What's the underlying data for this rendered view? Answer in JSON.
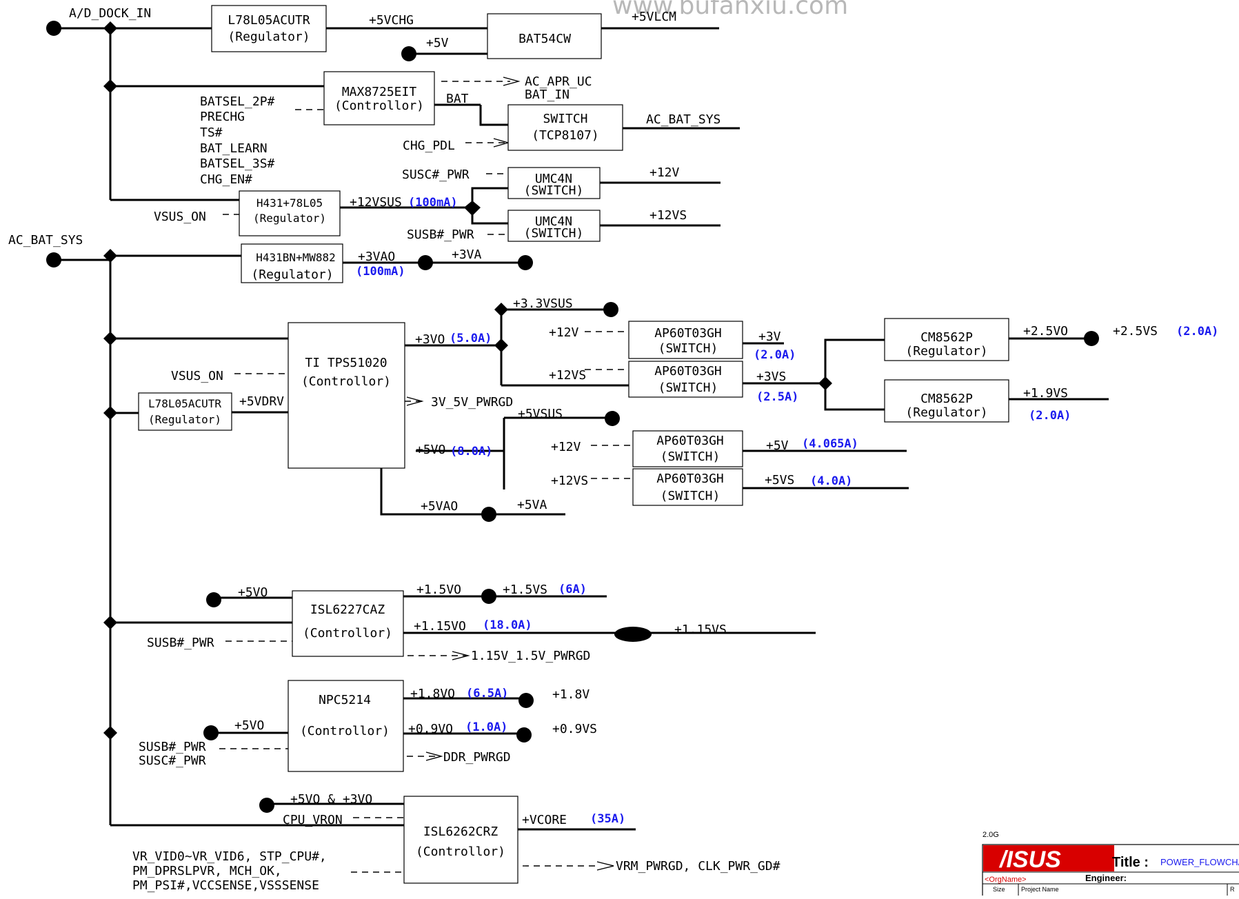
{
  "watermark": "www.bufanxiu.com",
  "nets": {
    "ad_dock_in": "A/D_DOCK_IN",
    "ac_bat_sys_in": "AC_BAT_SYS",
    "p5vchg": "+5VCHG",
    "p5v_bat": "+5V",
    "p5vlcm": "+5VLCM",
    "ac_apr_uc": "AC_APR_UC",
    "bat_in": "BAT_IN",
    "bat": "BAT",
    "ac_bat_sys_out": "AC_BAT_SYS",
    "chg_pdl": "CHG_PDL",
    "batsel_2p": "BATSEL_2P#",
    "prechg": "PRECHG",
    "ts": "TS#",
    "bat_learn": "BAT_LEARN",
    "batsel_3s": "BATSEL_3S#",
    "chg_en": "CHG_EN#",
    "susc_pwr_1": "SUSC#_PWR",
    "susb_pwr_1": "SUSB#_PWR",
    "p12v_a": "+12V",
    "p12vs_a": "+12VS",
    "vsus_on_1": "VSUS_ON",
    "p12vsus": "+12VSUS",
    "p12vsus_current": "(100mA)",
    "p3vao": "+3VAO",
    "p3vao_current": "(100mA)",
    "p3va": "+3VA",
    "p3_3vsus": "+3.3VSUS",
    "p3vo": "+3VO",
    "p3vo_current": "(5.0A)",
    "p12v_b": "+12V",
    "p12vs_b": "+12VS",
    "p3v": "+3V",
    "p3v_current": "(2.0A)",
    "p3vs": "+3VS",
    "p3vs_current": "(2.5A)",
    "p2_5vo": "+2.5VO",
    "p2_5vs": "+2.5VS",
    "p2_5vs_current": "(2.0A)",
    "p1_9vs": "+1.9VS",
    "p1_9vs_current": "(2.0A)",
    "vsus_on_2": "VSUS_ON",
    "p5vdrv": "+5VDRV",
    "pwrgd_3v5v": "3V_5V_PWRGD",
    "p5vsus": "+5VSUS",
    "p5vo_main": "+5VO",
    "p5vo_current": "(8.0A)",
    "p12v_c": "+12V",
    "p12vs_c": "+12VS",
    "p5v_out": "+5V",
    "p5v_current": "(4.065A)",
    "p5vs_out": "+5VS",
    "p5vs_current": "(4.0A)",
    "p5vao": "+5VAO",
    "p5va": "+5VA",
    "p5vo_isl": "+5VO",
    "p1_5vo": "+1.5VO",
    "p1_5vs": "+1.5VS",
    "p1_5vs_current": "(6A)",
    "p1_15vo": "+1.15VO",
    "p1_15vo_current": "(18.0A)",
    "p1_15vs": "+1.15VS",
    "susb_pwr_2": "SUSB#_PWR",
    "pwrgd_115_15": "1.15V_1.5V_PWRGD",
    "p1_8vo": "+1.8VO",
    "p1_8vo_current": "(6.5A)",
    "p1_8v": "+1.8V",
    "p0_9vo": "+0.9VO",
    "p0_9vo_current": "(1.0A)",
    "p0_9vs": "+0.9VS",
    "p5vo_npc": "+5VO",
    "susb_pwr_3": "SUSB#_PWR",
    "susc_pwr_3": "SUSC#_PWR",
    "ddr_pwrgd": "DDR_PWRGD",
    "p5vo_p3vo": "+5VO & +3VO",
    "vcore": "+VCORE",
    "vcore_current": "(35A)",
    "cpu_vron": "CPU_VRON",
    "vr_line1": "VR_VID0~VR_VID6, STP_CPU#,",
    "vr_line2": "PM_DPRSLPVR, MCH_OK,",
    "vr_line3": "PM_PSI#,VCCSENSE,VSSSENSE",
    "vrm_pwrgd": "VRM_PWRGD, CLK_PWR_GD#"
  },
  "blocks": {
    "l78l05_top_name": "L78L05ACUTR",
    "l78l05_top_type": "(Regulator)",
    "bat54cw": "BAT54CW",
    "max8725_name": "MAX8725EIT",
    "max8725_type": "(Controllor)",
    "switch_name": "SWITCH",
    "switch_type": "(TCP8107)",
    "umc4n_1_name": "UMC4N",
    "umc4n_1_type": "(SWITCH)",
    "umc4n_2_name": "UMC4N",
    "umc4n_2_type": "(SWITCH)",
    "h431_name": "H431+78L05",
    "h431_type": "(Regulator)",
    "h431bn_name": "H431BN+MW882",
    "h431bn_type": "(Regulator)",
    "tps_name": "TI TPS51020",
    "tps_type": "(Controllor)",
    "l78l05_mid_name": "L78L05ACUTR",
    "l78l05_mid_type": "(Regulator)",
    "ap1_name": "AP60T03GH",
    "ap1_type": "(SWITCH)",
    "ap2_name": "AP60T03GH",
    "ap2_type": "(SWITCH)",
    "ap3_name": "AP60T03GH",
    "ap3_type": "(SWITCH)",
    "ap4_name": "AP60T03GH",
    "ap4_type": "(SWITCH)",
    "cm1_name": "CM8562P",
    "cm1_type": "(Regulator)",
    "cm2_name": "CM8562P",
    "cm2_type": "(Regulator)",
    "isl6227_name": "ISL6227CAZ",
    "isl6227_type": "(Controllor)",
    "npc_name": "NPC5214",
    "npc_type": "(Controllor)",
    "isl6262_name": "ISL6262CRZ",
    "isl6262_type": "(Controllor)"
  },
  "title_block": {
    "version": "2.0G",
    "logo": "/ISUS",
    "title_label": "Title :",
    "title_value": "POWER_FLOWCHART",
    "org": "<OrgName>",
    "engineer_label": "Engineer:",
    "size_label": "Size",
    "project_label": "Project Name",
    "r_label": "R"
  },
  "colors": {
    "current_label": "#1a1aee",
    "line": "#000000",
    "watermark": "#b8b8b8",
    "asus_red": "#d80000"
  }
}
